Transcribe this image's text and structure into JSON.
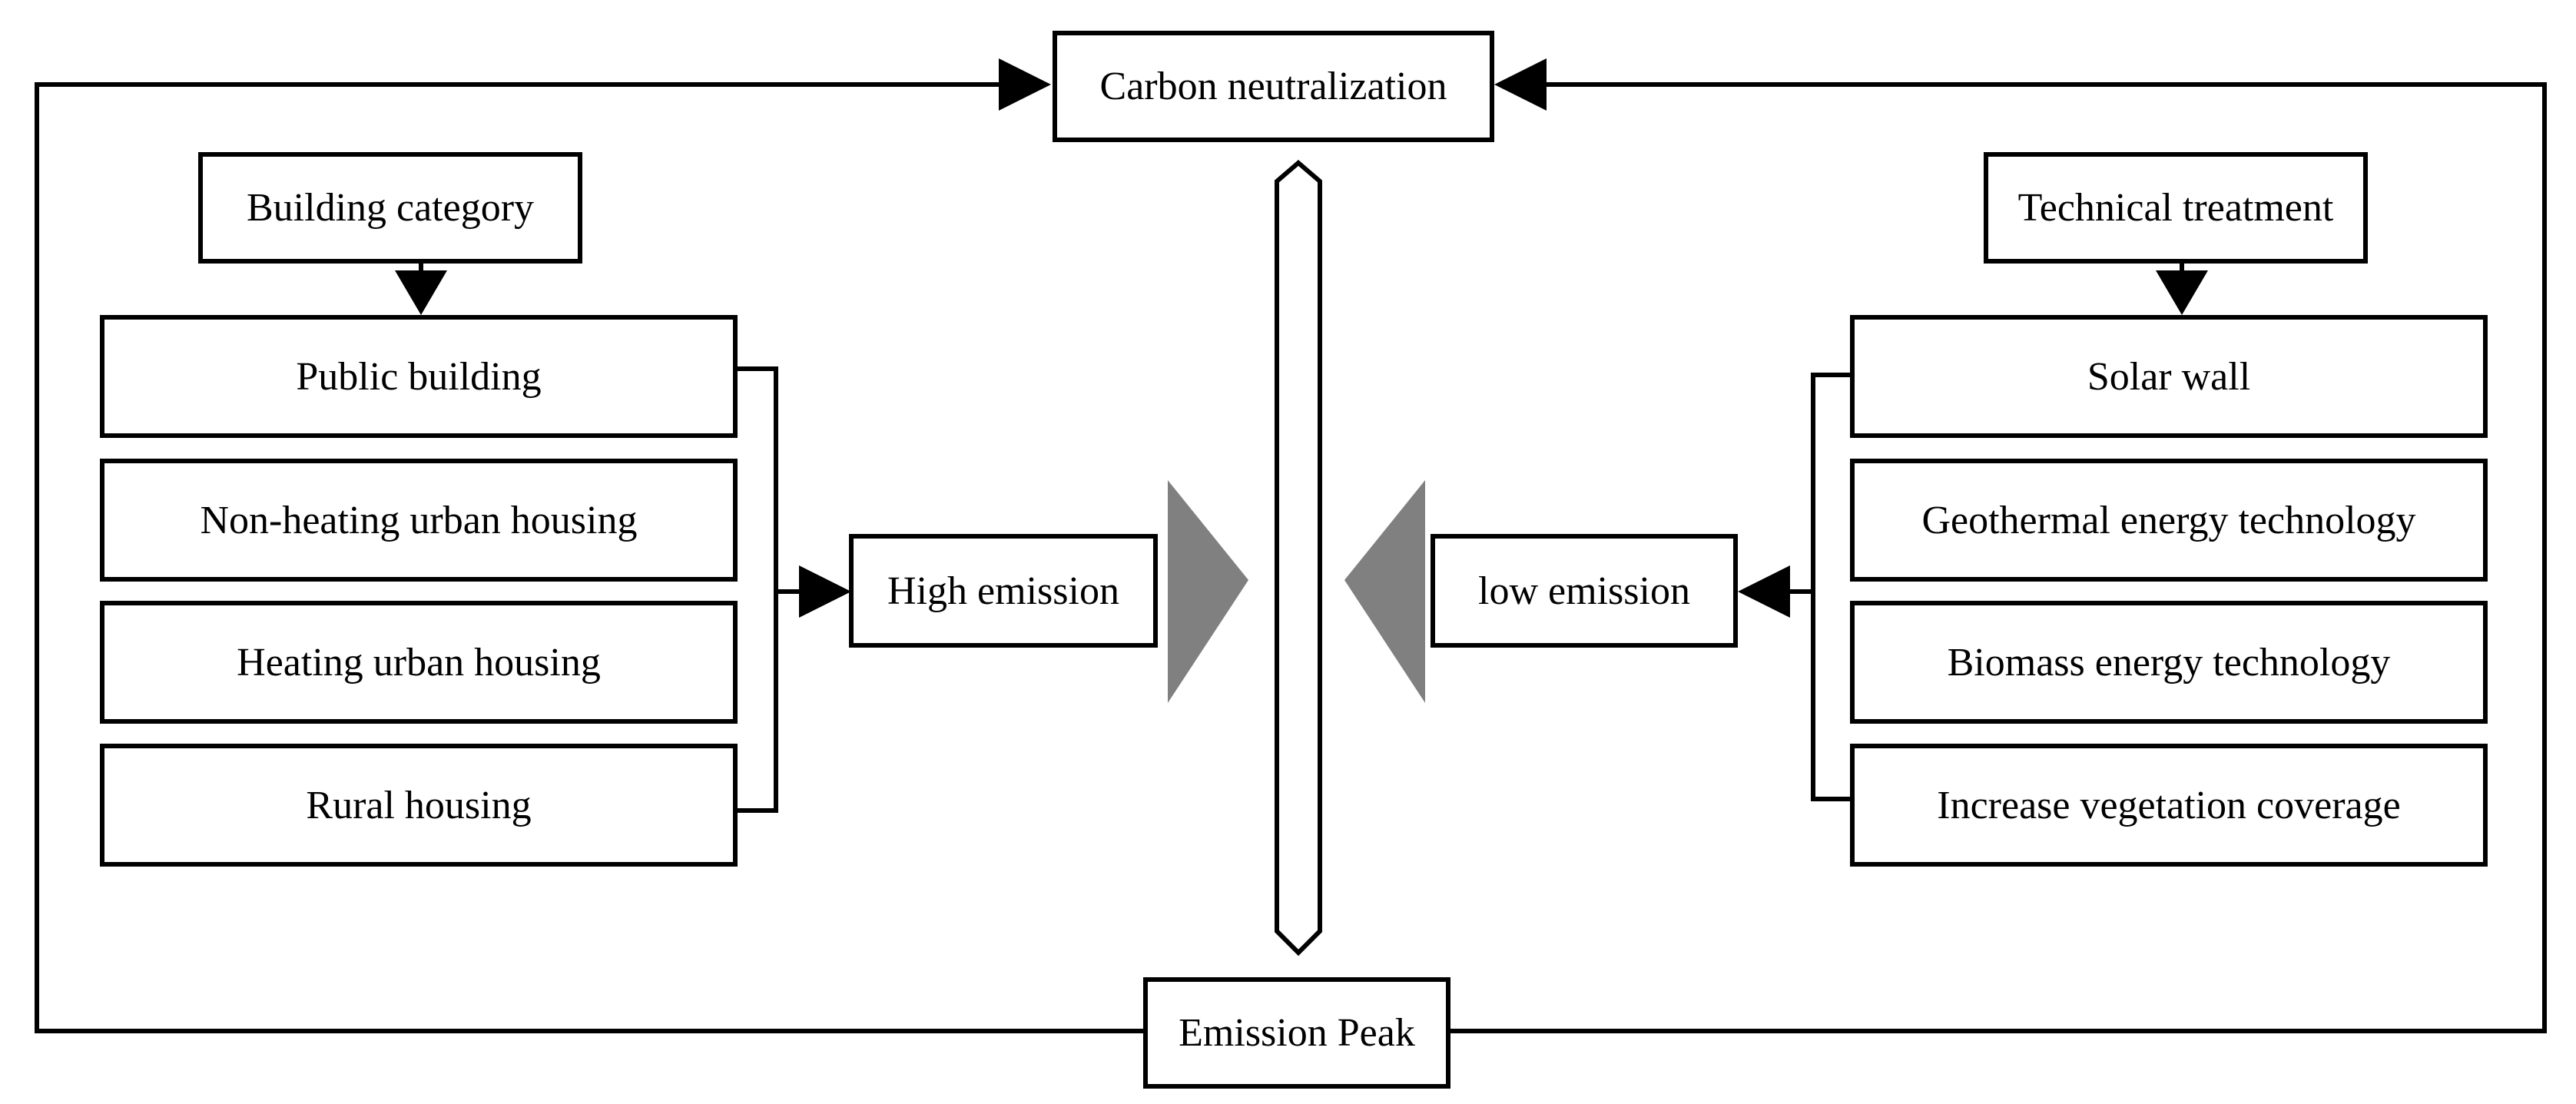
{
  "diagram": {
    "top_node": "Carbon neutralization",
    "bottom_node": "Emission Peak",
    "left_panel": {
      "header": "Building category",
      "items": [
        "Public building",
        "Non-heating urban housing",
        "Heating urban housing",
        "Rural housing"
      ],
      "result": "High emission"
    },
    "right_panel": {
      "header": "Technical treatment",
      "items": [
        "Solar wall",
        "Geothermal energy technology",
        "Biomass energy technology",
        "Increase vegetation coverage"
      ],
      "result": "low emission"
    },
    "colors": {
      "line": "#000000",
      "triangle_fill": "#808080",
      "background": "#ffffff"
    }
  }
}
